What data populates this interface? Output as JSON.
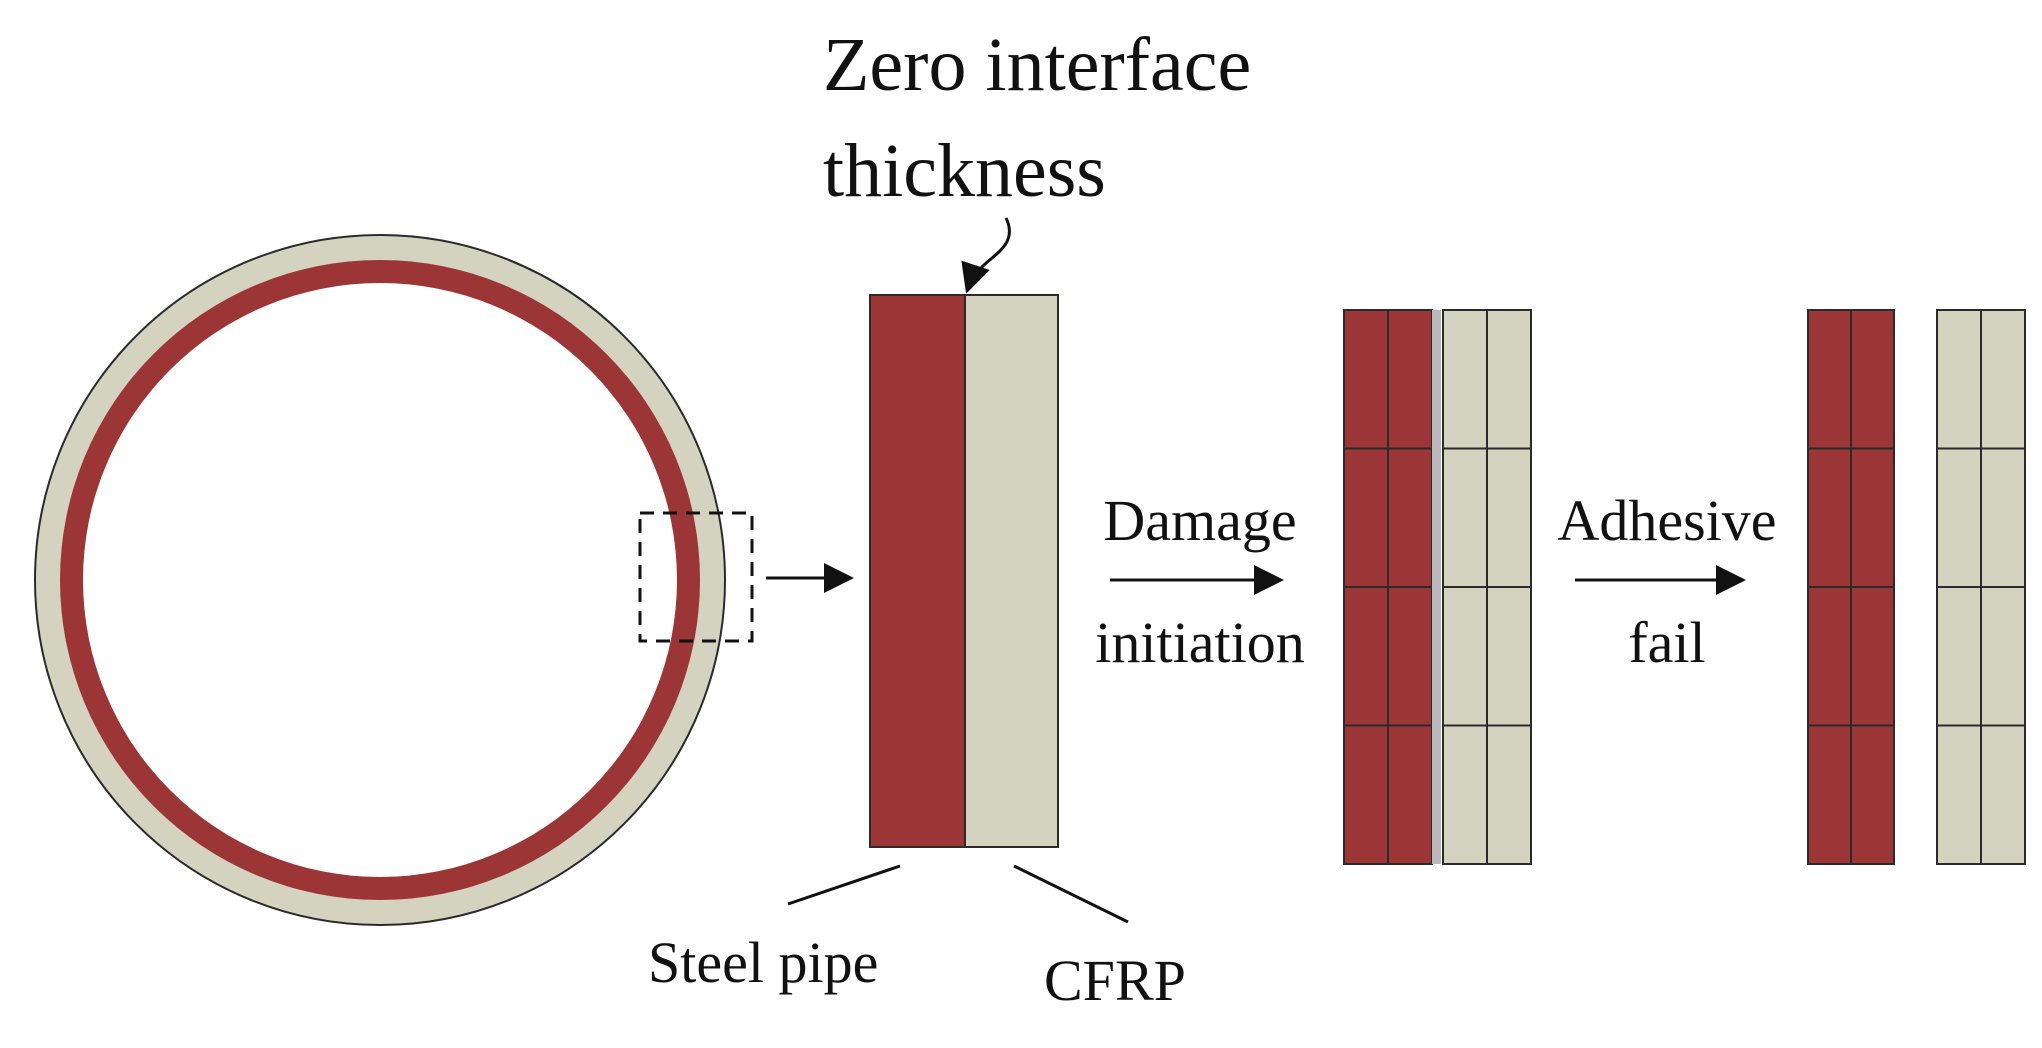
{
  "labels": {
    "interface_line1": "Zero interface",
    "interface_line2": "thickness",
    "damage_line1": "Damage",
    "damage_line2": "initiation",
    "adhesive_line1": "Adhesive",
    "adhesive_line2": "fail",
    "steel": "Steel pipe",
    "cfrp": "CFRP"
  },
  "colors": {
    "steel": "#9c3535",
    "cfrp": "#d3d3bf",
    "stroke": "#2a2a2a",
    "background": "#ffffff"
  }
}
